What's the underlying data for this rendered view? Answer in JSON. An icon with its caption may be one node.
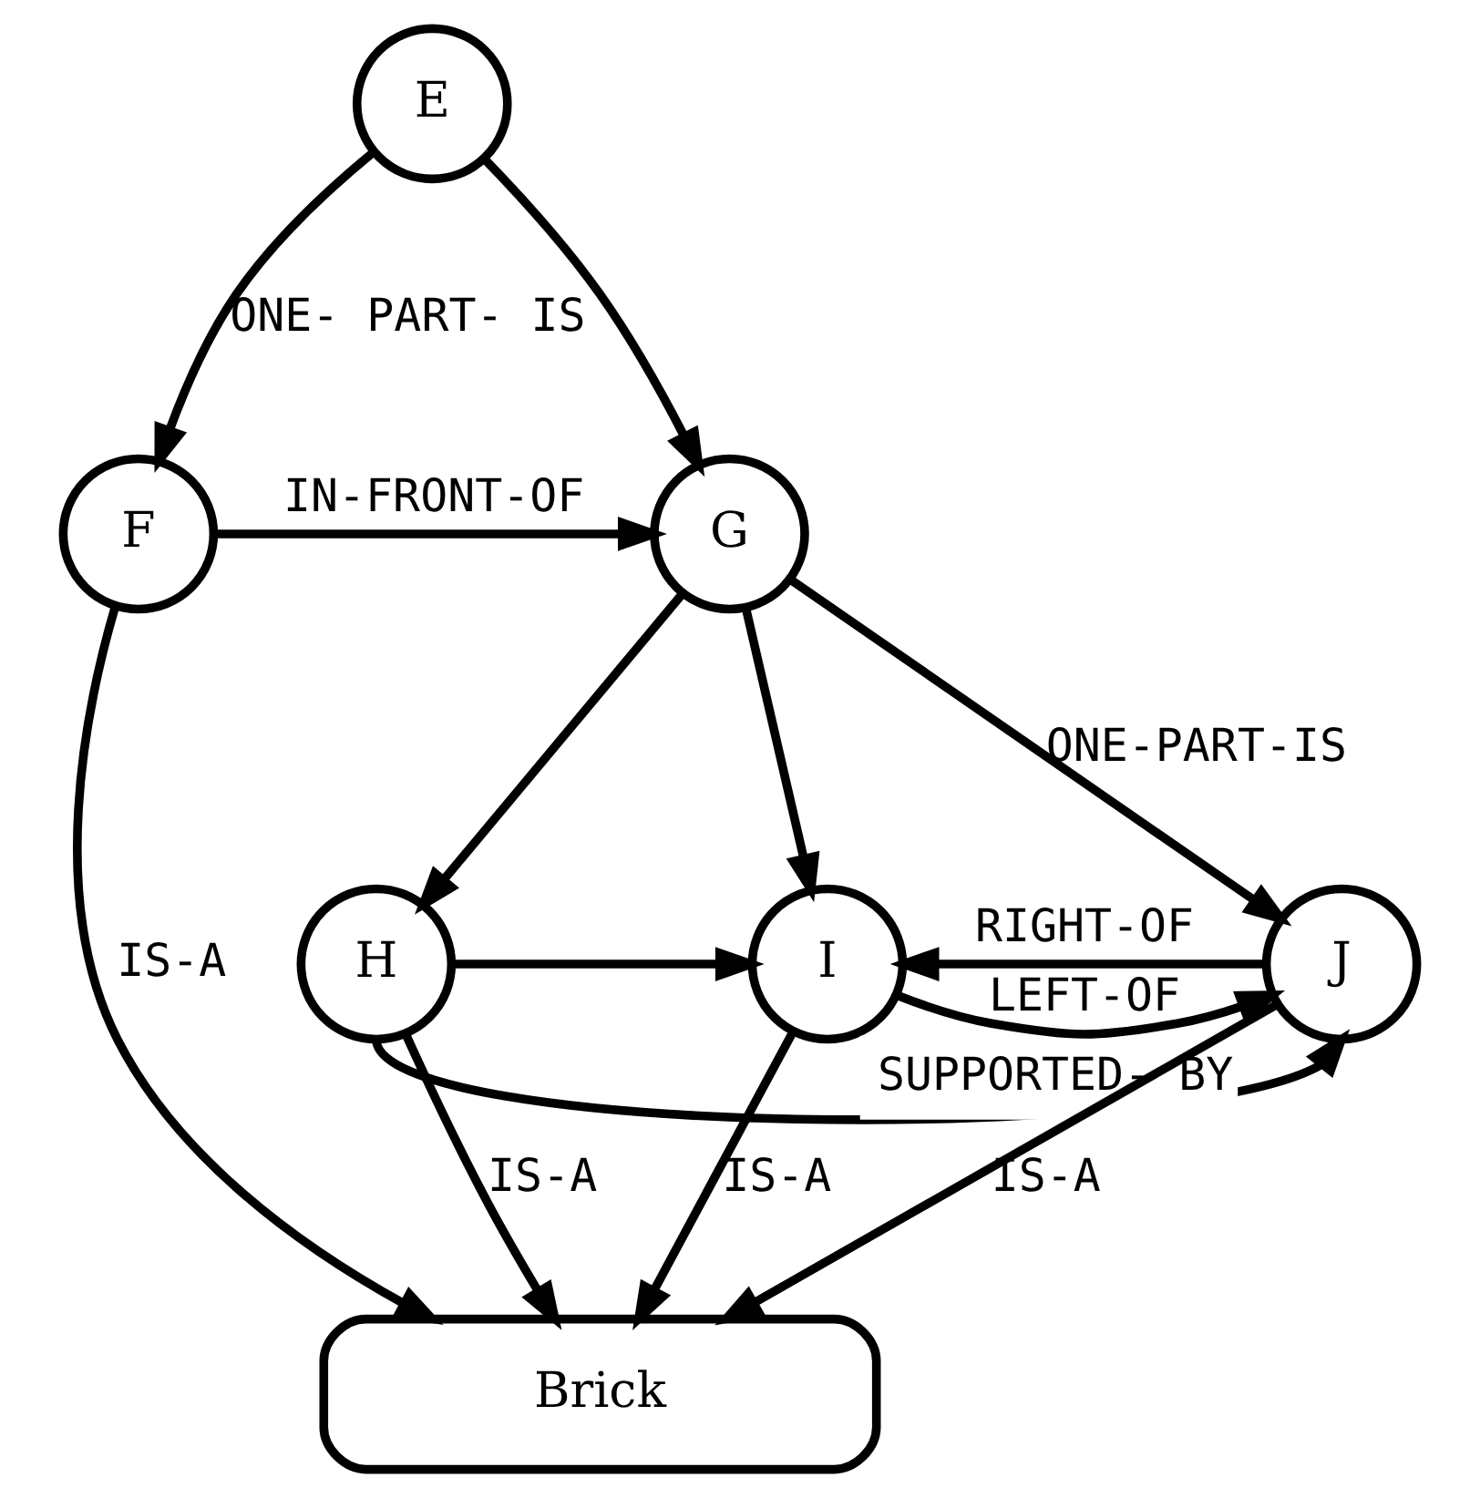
{
  "diagram": {
    "nodes": [
      {
        "text": [
          "E"
        ]
      },
      {
        "text": [
          "F"
        ]
      },
      {
        "text": [
          "G"
        ]
      },
      {
        "text": [
          "H"
        ]
      },
      {
        "text": [
          "I"
        ]
      },
      {
        "text": [
          "J"
        ]
      },
      {
        "text": [
          "Brick"
        ]
      }
    ],
    "edges": [
      {
        "from": 0,
        "to": 1,
        "arrow": "to",
        "label": "ONE- PART- IS"
      },
      {
        "from": 0,
        "to": 2,
        "arrow": "to"
      },
      {
        "from": 1,
        "to": 2,
        "arrow": "to",
        "label": "IN-FRONT-OF"
      },
      {
        "from": 1,
        "to": 6,
        "arrow": "to",
        "label": "IS-A"
      },
      {
        "from": 2,
        "to": 3,
        "arrow": "to"
      },
      {
        "from": 2,
        "to": 4,
        "arrow": "to"
      },
      {
        "from": 2,
        "to": 5,
        "arrow": "to",
        "label": "ONE-PART-IS"
      },
      {
        "from": 3,
        "to": 4,
        "arrow": "to"
      },
      {
        "from": 5,
        "to": 4,
        "arrow": "to",
        "label": "RIGHT-OF"
      },
      {
        "from": 4,
        "to": 5,
        "arrow": "to",
        "label": "LEFT-OF"
      },
      {
        "from": 3,
        "to": 5,
        "arrow": "to",
        "label": "SUPPORTED- BY"
      },
      {
        "from": 3,
        "to": 6,
        "arrow": "to",
        "label": "IS-A"
      },
      {
        "from": 4,
        "to": 6,
        "arrow": "to",
        "label": "IS-A"
      },
      {
        "from": 5,
        "to": 6,
        "arrow": "to",
        "label": "IS-A"
      }
    ]
  }
}
